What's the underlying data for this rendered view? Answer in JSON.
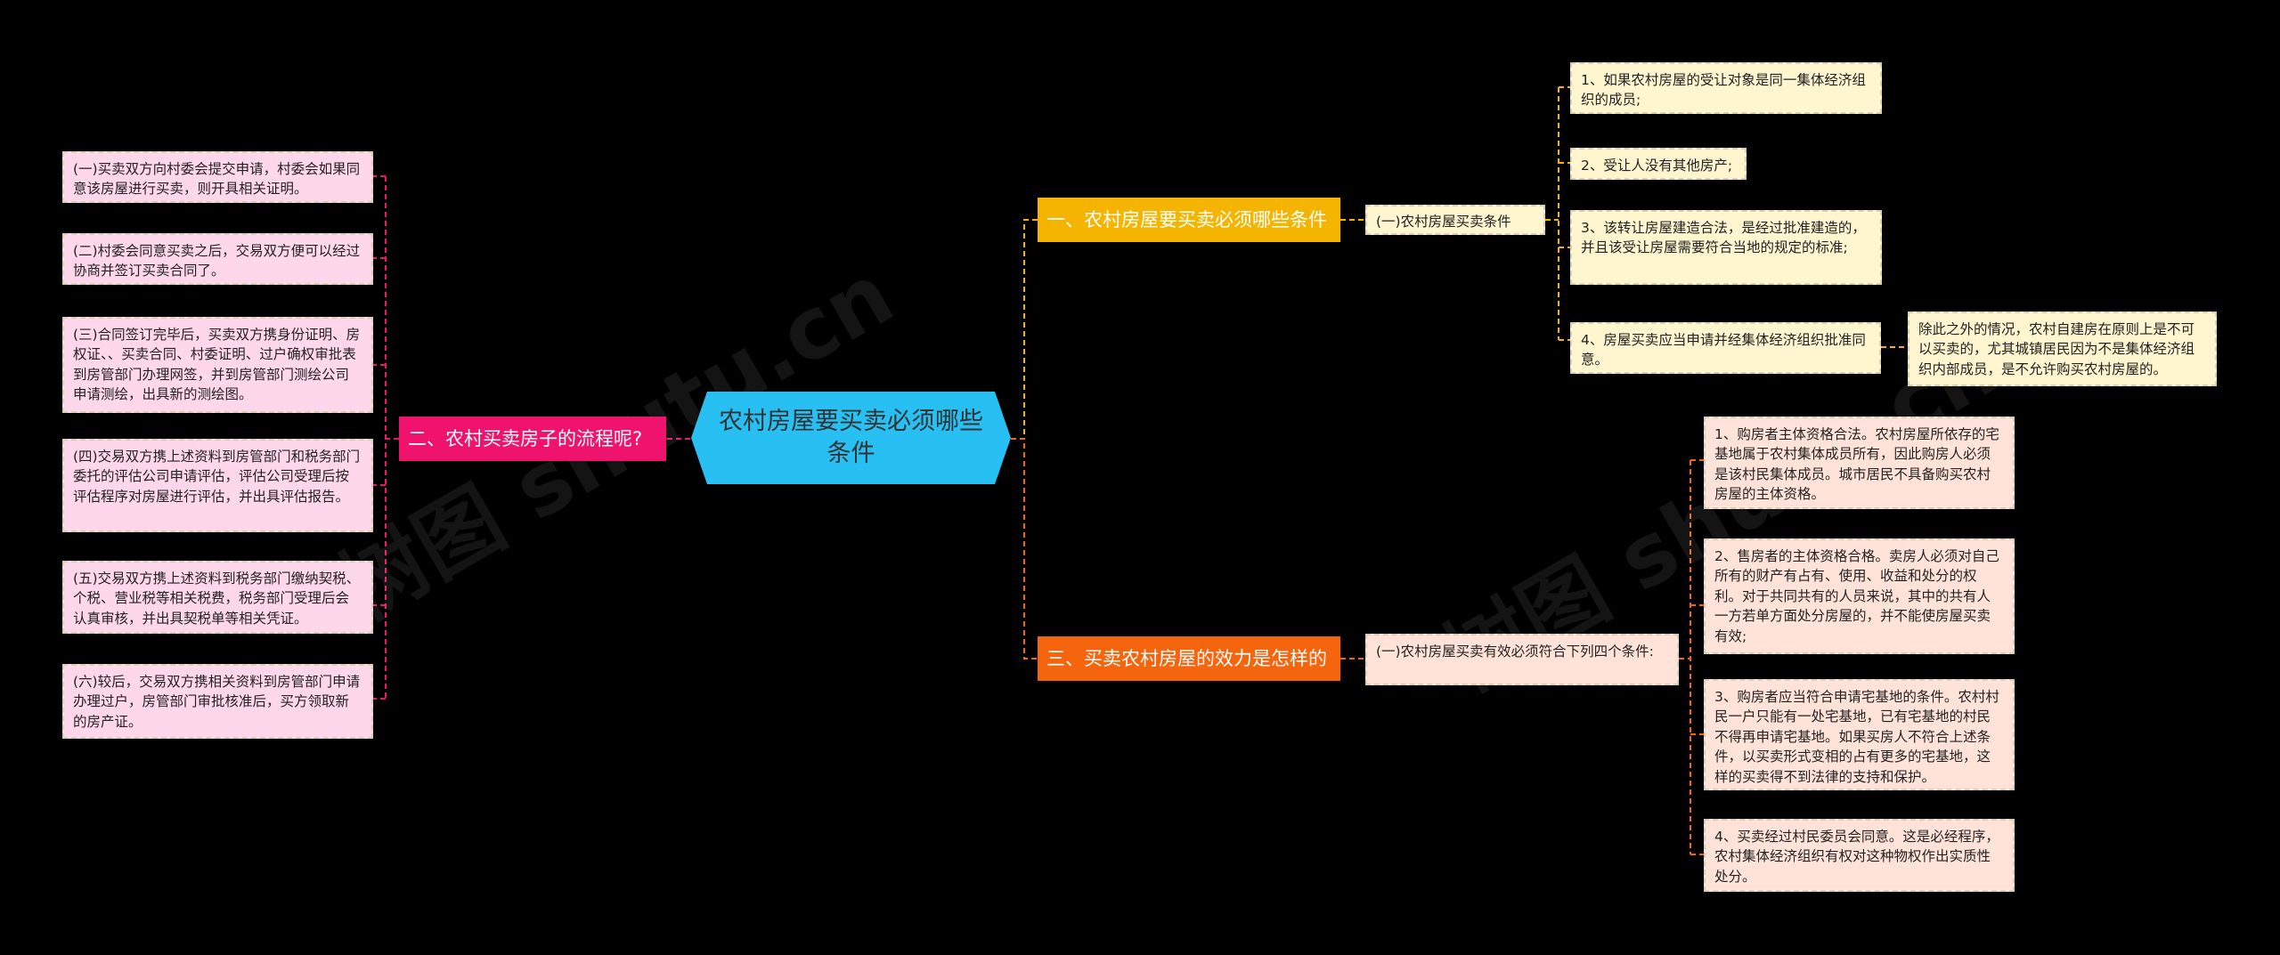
{
  "watermark": "树图 shutu.cn",
  "root": {
    "label": "农村房屋要买卖必须哪些条件",
    "color": "#28bff3"
  },
  "branches": {
    "b1": {
      "label": "一、农村房屋要买卖必须哪些条件",
      "color": "#f5b400"
    },
    "b2": {
      "label": "二、农村买卖房子的流程呢?",
      "color": "#f0136d"
    },
    "b3": {
      "label": "三、买卖农村房屋的效力是怎样的",
      "color": "#f4650d"
    }
  },
  "b1_sub": "(一)农村房屋买卖条件",
  "b1_items": [
    "1、如果农村房屋的受让对象是同一集体经济组织的成员;",
    "2、受让人没有其他房产;",
    "3、该转让房屋建造合法，是经过批准建造的，并且该受让房屋需要符合当地的规定的标准;",
    "4、房屋买卖应当申请并经集体经济组织批准同意。"
  ],
  "b1_note": "除此之外的情况，农村自建房在原则上是不可以买卖的，尤其城镇居民因为不是集体经济组织内部成员，是不允许购买农村房屋的。",
  "b2_items": [
    "(一)买卖双方向村委会提交申请，村委会如果同意该房屋进行买卖，则开具相关证明。",
    "(二)村委会同意买卖之后，交易双方便可以经过协商并签订买卖合同了。",
    "(三)合同签订完毕后，买卖双方携身份证明、房权证、、买卖合同、村委证明、过户确权审批表到房管部门办理网签，并到房管部门测绘公司申请测绘，出具新的测绘图。",
    "(四)交易双方携上述资料到房管部门和税务部门委托的评估公司申请评估，评估公司受理后按评估程序对房屋进行评估，并出具评估报告。",
    "(五)交易双方携上述资料到税务部门缴纳契税、个税、营业税等相关税费，税务部门受理后会认真审核，并出具契税单等相关凭证。",
    "(六)较后，交易双方携相关资料到房管部门申请办理过户，房管部门审批核准后，买方领取新的房产证。"
  ],
  "b3_sub": "(一)农村房屋买卖有效必须符合下列四个条件:",
  "b3_items": [
    "1、购房者主体资格合法。农村房屋所依存的宅基地属于农村集体成员所有，因此购房人必须是该村民集体成员。城市居民不具备购买农村房屋的主体资格。",
    "2、售房者的主体资格合格。卖房人必须对自己所有的财产有占有、使用、收益和处分的权利。对于共同共有的人员来说，其中的共有人一方若单方面处分房屋的，并不能使房屋买卖有效;",
    "3、购房者应当符合申请宅基地的条件。农村村民一户只能有一处宅基地，已有宅基地的村民不得再申请宅基地。如果买房人不符合上述条件，以买卖形式变相的占有更多的宅基地，这样的买卖得不到法律的支持和保护。",
    "4、买卖经过村民委员会同意。这是必经程序，农村集体经济组织有权对这种物权作出实质性处分。"
  ]
}
